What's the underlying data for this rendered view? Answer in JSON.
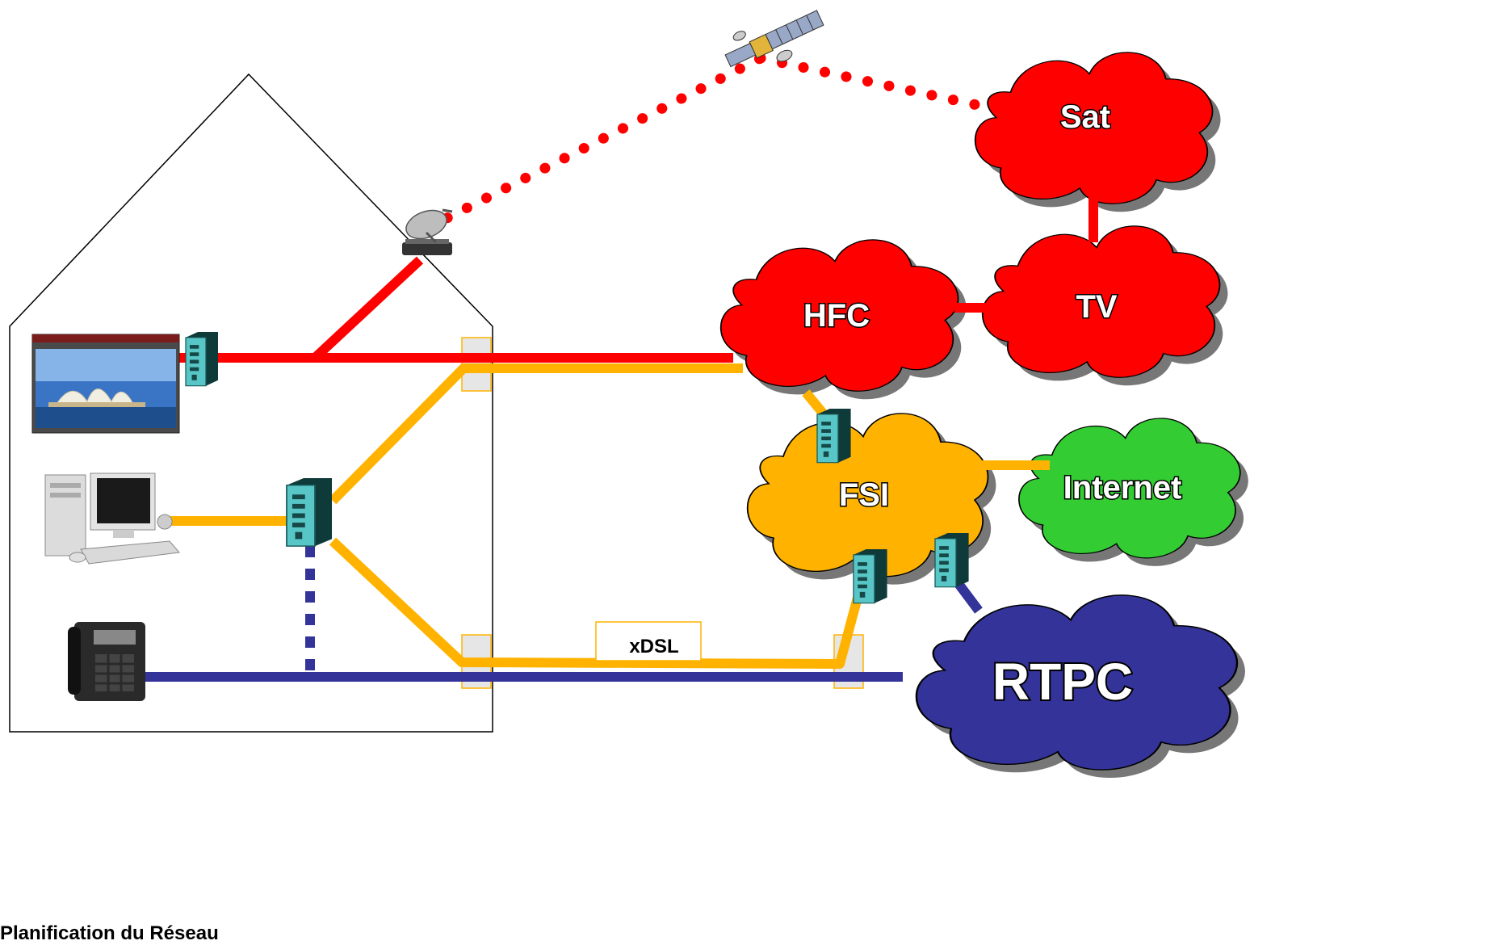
{
  "clouds": {
    "sat": {
      "label": "Sat",
      "color": "#ff0000"
    },
    "tv": {
      "label": "TV",
      "color": "#ff0000"
    },
    "hfc": {
      "label": "HFC",
      "color": "#ff0000"
    },
    "fsi": {
      "label": "FSI",
      "color": "#ffb300"
    },
    "internet": {
      "label": "Internet",
      "color": "#33cc33"
    },
    "rtpc": {
      "label": "RTPC",
      "color": "#333399"
    }
  },
  "link_labels": {
    "xdsl": "xDSL"
  },
  "footer": {
    "text": "Planification du Réseau"
  },
  "colors": {
    "tv_line": "#ff0000",
    "data_line": "#ffb300",
    "phone_line": "#333399",
    "modem": "#55cccc",
    "house_outline": "#000000"
  },
  "icons": {
    "satellite": "satellite-icon",
    "dish": "satellite-dish-icon",
    "tv": "television-icon",
    "computer": "desktop-computer-icon",
    "phone": "desk-phone-icon",
    "modem": "modem-icon"
  }
}
